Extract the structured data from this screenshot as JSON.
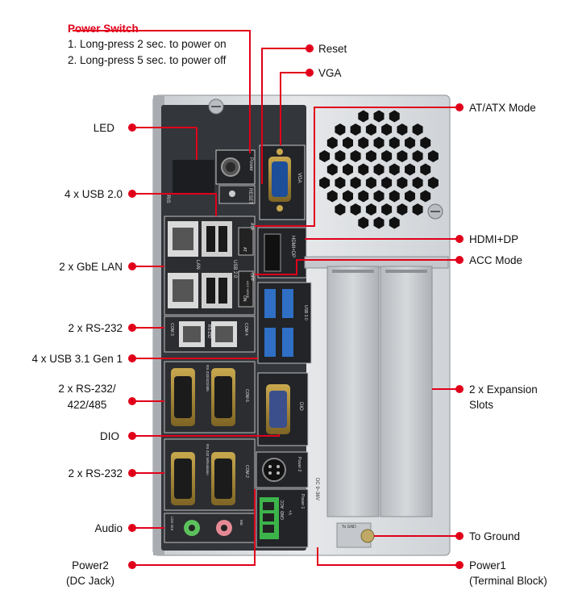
{
  "power_switch": {
    "title": "Power Switch",
    "line1": "1. Long-press 2 sec. to power on",
    "line2": "2. Long-press 5 sec. to power off"
  },
  "callouts": {
    "reset": "Reset",
    "vga": "VGA",
    "at_atx_mode": "AT/ATX Mode",
    "led": "LED",
    "usb20": "4 x USB 2.0",
    "hdmi_dp": "HDMI+DP",
    "acc_mode": "ACC Mode",
    "gbe_lan": "2 x GbE LAN",
    "rs232_top": "2 x RS-232",
    "usb31": "4 x USB 3.1 Gen 1",
    "rs232_422_485_l1": "2 x RS-232/",
    "rs232_422_485_l2": "422/485",
    "expansion_l1": "2 x Expansion",
    "expansion_l2": "Slots",
    "dio": "DIO",
    "rs232_bottom": "2 x RS-232",
    "audio": "Audio",
    "to_ground": "To Ground",
    "power2_l1": "Power2",
    "power2_l2": "(DC Jack)",
    "power1_l1": "Power1",
    "power1_l2": "(Terminal Block)"
  },
  "panel_text": {
    "power": "Power",
    "reset": "RESET",
    "vga": "VGA",
    "iris": "IRIS",
    "atx": "ATX",
    "at": "AT",
    "lan": "LAN",
    "usb20": "USB 2.0",
    "hdmi_dp": "HDMI+DP",
    "off": "OFF",
    "on": "ON",
    "acc_mode": "ACC MODE",
    "usb30": "USB 3.0",
    "com3": "COM 3",
    "rs232": "RS-232",
    "com4": "COM 4",
    "rs232_422_485": "RS-232/422/485",
    "com6": "COM 6",
    "dio": "DIO",
    "rs232_wpower": "RS-232 W/Isolation",
    "com2": "COM 2",
    "power2": "Power 2",
    "dc": "DC 9~36V",
    "gnd": "GND",
    "acc": "ACC",
    "v": "V+",
    "power1": "Power 1",
    "line_out": "Line Out",
    "mic": "Mic",
    "to_gnd": "To GND"
  },
  "colors": {
    "accent": "#e1001a",
    "chassis": "#d9dcdf",
    "panel": "#2a2c30",
    "usb3": "#2f6fc6",
    "terminal": "#3cb44b",
    "audio_green": "#5cc05c",
    "audio_pink": "#e58a95"
  }
}
